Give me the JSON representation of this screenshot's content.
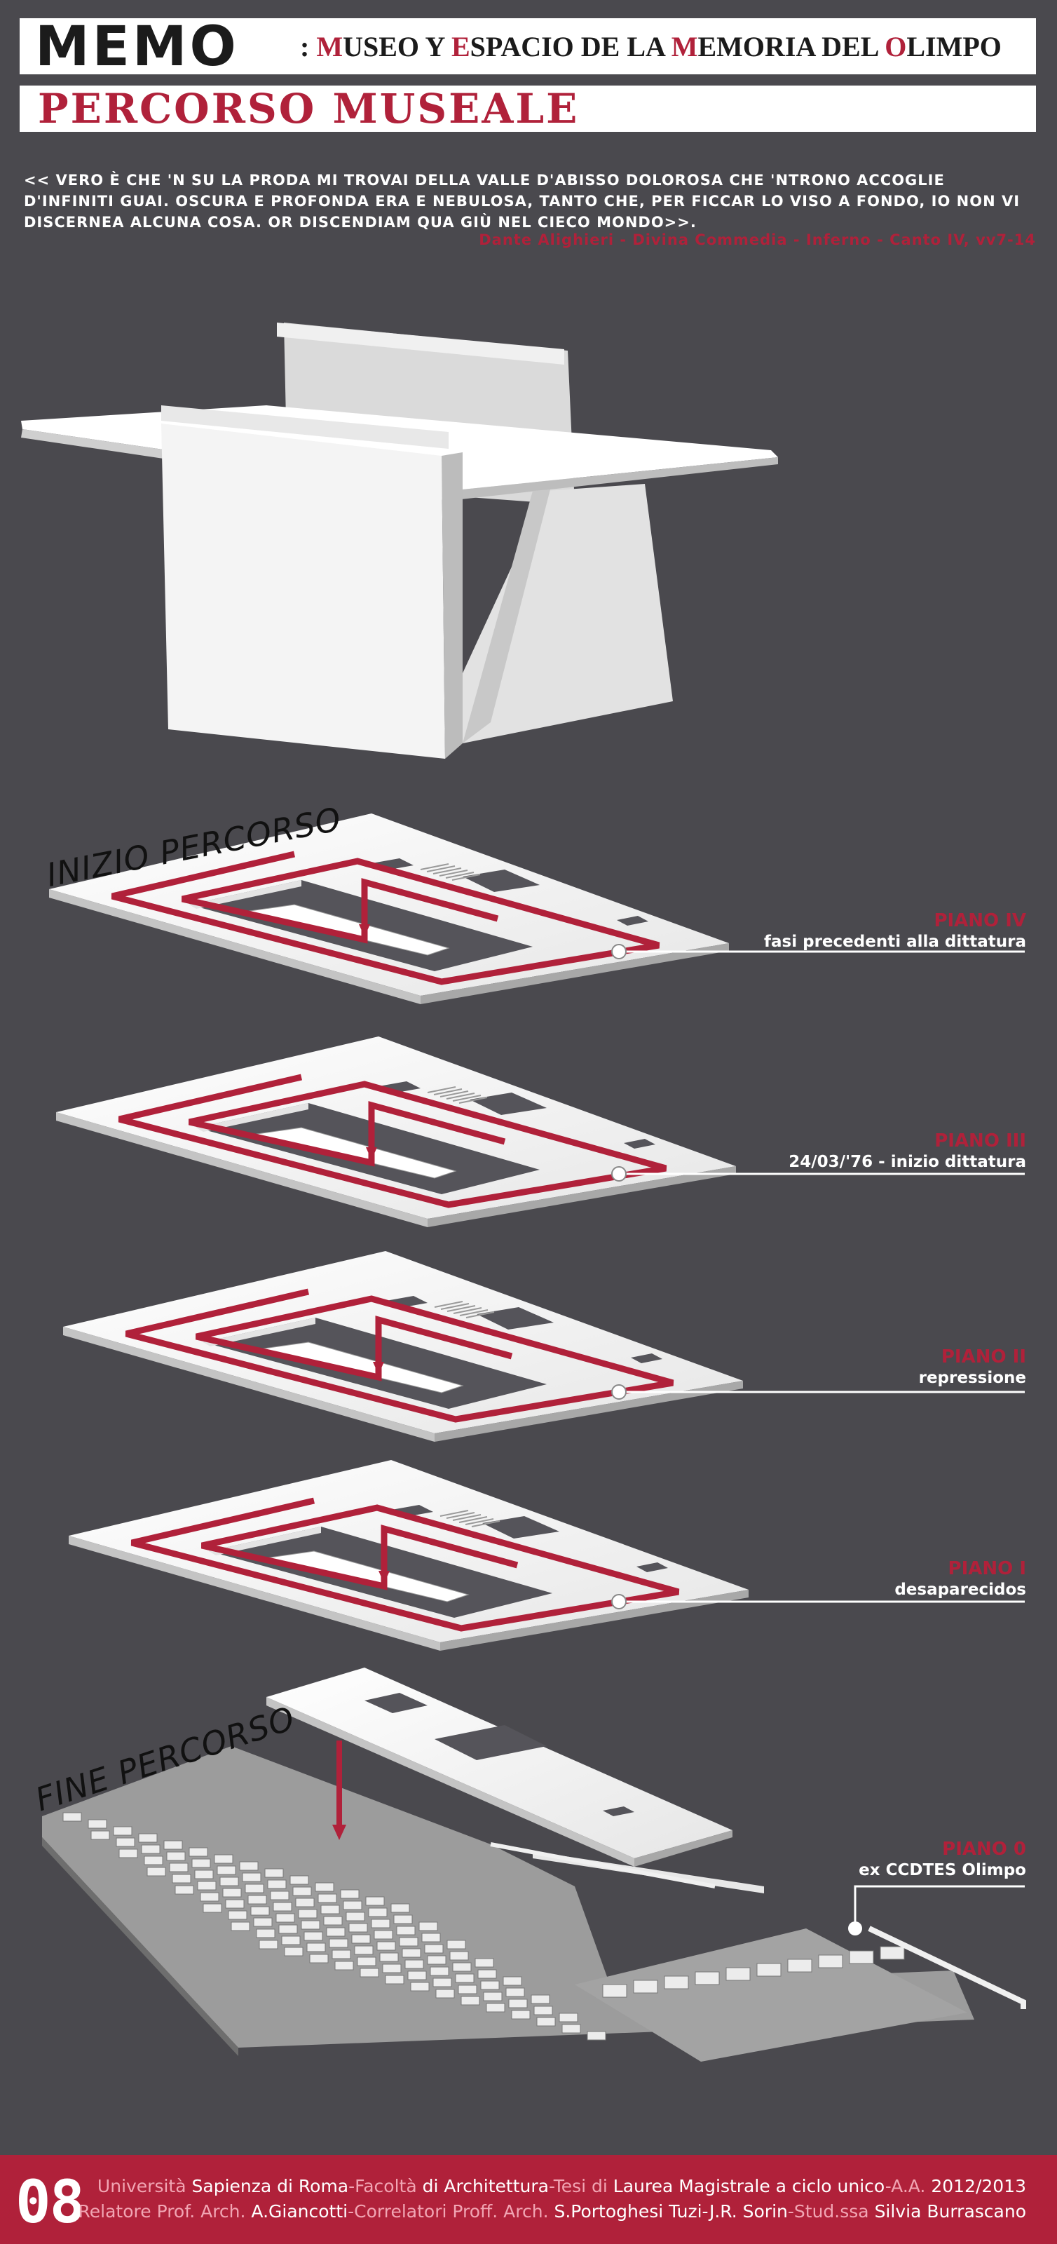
{
  "header": {
    "memo_title": "MEMO",
    "memo_subtitle": {
      "prefix": ": ",
      "parts": [
        {
          "initial": "M",
          "rest": "USEO Y "
        },
        {
          "initial": "E",
          "rest": "SPACIO DE LA "
        },
        {
          "initial": "M",
          "rest": "EMORIA DEL "
        },
        {
          "initial": "O",
          "rest": "LIMPO"
        }
      ]
    },
    "section_title": "PERCORSO MUSEALE"
  },
  "quote": {
    "text": "<< VERO È CHE 'N SU LA PRODA MI TROVAI  DELLA VALLE D'ABISSO DOLOROSA  CHE 'NTRONO ACCOGLIE D'INFINITI GUAI. OSCURA E PROFONDA ERA E NEBULOSA,  TANTO CHE, PER FICCAR LO VISO A FONDO,  IO NON VI DISCERNEA ALCUNA COSA.  OR DISCENDIAM QUA GIÙ NEL CIECO MONDO>>.",
    "source": "Dante Alighieri - Divina Commedia - Inferno  - Canto IV, vv7-14"
  },
  "path": {
    "start_label": "INIZIO PERCORSO",
    "end_label": "FINE PERCORSO"
  },
  "floors": [
    {
      "name": "PIANO IV",
      "description": "fasi precedenti alla dittatura"
    },
    {
      "name": "PIANO III",
      "description": "24/03/'76 - inizio dittatura"
    },
    {
      "name": "PIANO II",
      "description": "repressione"
    },
    {
      "name": "PIANO I",
      "description": "desaparecidos"
    },
    {
      "name": "PIANO 0",
      "description": "ex CCDTES Olimpo"
    }
  ],
  "footer": {
    "page_number": "08",
    "line1": [
      {
        "t": "Università ",
        "c": "p"
      },
      {
        "t": "Sapienza di Roma",
        "c": "w"
      },
      {
        "t": "-Facoltà ",
        "c": "p"
      },
      {
        "t": "di Architettura",
        "c": "w"
      },
      {
        "t": "-Tesi di ",
        "c": "p"
      },
      {
        "t": "Laurea Magistrale a ciclo unico",
        "c": "w"
      },
      {
        "t": "-A.A. ",
        "c": "p"
      },
      {
        "t": "2012/2013",
        "c": "w"
      }
    ],
    "line2": [
      {
        "t": "Relatore Prof. Arch. ",
        "c": "p"
      },
      {
        "t": "A.Giancotti",
        "c": "w"
      },
      {
        "t": "-Correlatori Proff. Arch. ",
        "c": "p"
      },
      {
        "t": "S.Portoghesi Tuzi-J.R. Sorin",
        "c": "w"
      },
      {
        "t": "-Stud.ssa ",
        "c": "p"
      },
      {
        "t": "Silvia Burrascano",
        "c": "w"
      }
    ]
  },
  "colors": {
    "background": "#4a494e",
    "accent": "#b0213a",
    "model": "#f2f2f2"
  }
}
